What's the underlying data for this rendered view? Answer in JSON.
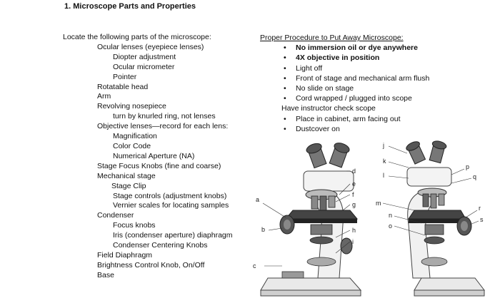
{
  "heading": "1.  Microscope Parts and Properties",
  "left": {
    "intro": "Locate the following parts of the microscope:",
    "items": [
      {
        "text": "Ocular lenses (eyepiece lenses)",
        "level": 1
      },
      {
        "text": "Diopter adjustment",
        "level": 2
      },
      {
        "text": "Ocular micrometer",
        "level": 2
      },
      {
        "text": "Pointer",
        "level": 2
      },
      {
        "text": "Rotatable head",
        "level": 1
      },
      {
        "text": "Arm",
        "level": 1
      },
      {
        "text": "Revolving nosepiece",
        "level": 1
      },
      {
        "text": "turn by knurled ring, not lenses",
        "level": 2
      },
      {
        "text": "Objective lenses—record for each lens:",
        "level": 1
      },
      {
        "text": "Magnification",
        "level": 2
      },
      {
        "text": "Color Code",
        "level": 2
      },
      {
        "text": "Numerical Aperture (NA)",
        "level": 2
      },
      {
        "text": "Stage Focus Knobs (fine and coarse)",
        "level": 1
      },
      {
        "text": "Mechanical stage",
        "level": 1
      },
      {
        "text": "Stage Clip",
        "level": 3
      },
      {
        "text": "Stage controls (adjustment knobs)",
        "level": 2
      },
      {
        "text": "Vernier scales for locating samples",
        "level": 2
      },
      {
        "text": "Condenser",
        "level": 1
      },
      {
        "text": "Focus knobs",
        "level": 2
      },
      {
        "text": "Iris (condenser aperture) diaphragm",
        "level": 2
      },
      {
        "text": "Condenser Centering Knobs",
        "level": 2
      },
      {
        "text": "Field Diaphragm",
        "level": 1
      },
      {
        "text": "Brightness Control Knob, On/Off",
        "level": 1
      },
      {
        "text": "Base",
        "level": 1
      }
    ]
  },
  "right": {
    "title": "Proper Procedure to Put Away Microscope:",
    "bullets1": [
      {
        "text": "No immersion oil or dye anywhere",
        "bold": true
      },
      {
        "text": "4X objective in position",
        "bold": true
      },
      {
        "text": "Light off",
        "bold": false
      },
      {
        "text": "Front of stage and mechanical arm flush",
        "bold": false
      },
      {
        "text": "No slide on stage",
        "bold": false
      },
      {
        "text": "Cord wrapped / plugged into scope",
        "bold": false
      }
    ],
    "check": "Have instructor check scope",
    "bullets2": [
      {
        "text": "Place in cabinet, arm facing out",
        "bold": false
      },
      {
        "text": "Dustcover on",
        "bold": false
      }
    ],
    "bullet_glyph": "•"
  },
  "figure": {
    "labels_left": [
      "a",
      "b",
      "c"
    ],
    "labels_mid": [
      "d",
      "e",
      "f",
      "g",
      "h",
      "i"
    ],
    "labels_right": [
      "j",
      "k",
      "l",
      "m",
      "n",
      "o",
      "p",
      "q",
      "r",
      "s"
    ]
  }
}
